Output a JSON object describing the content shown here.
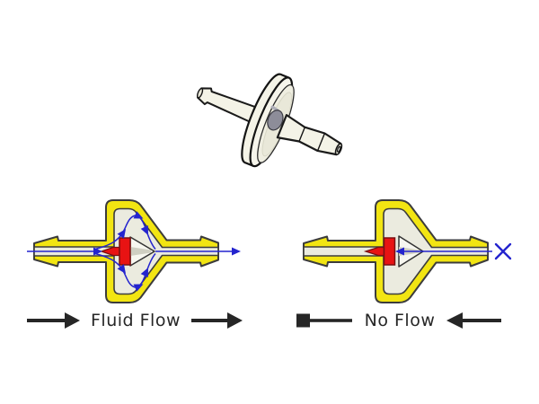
{
  "figure": {
    "type": "check-valve-diagram",
    "labels": {
      "open": "Fluid Flow",
      "closed": "No Flow"
    }
  },
  "colors": {
    "background": "#FFFFFF",
    "housing_yellow": "#F2E512",
    "lumen_ivory": "#EBEBDF",
    "valve_red": "#E81313",
    "valve_red_outline": "#7A1010",
    "flow_blue": "#2424CE",
    "outline_dark": "#1A1A1A",
    "housing_outline": "#3C3C3C",
    "label_dark": "#262626",
    "body_ivory": "#F4F3E7",
    "hub_gray": "#8D8D99"
  },
  "icons": {
    "forward_flow_arrow": "→",
    "reverse_flow_arrow": "←",
    "blocked_end": "■",
    "no_flow_cross": "✕"
  }
}
